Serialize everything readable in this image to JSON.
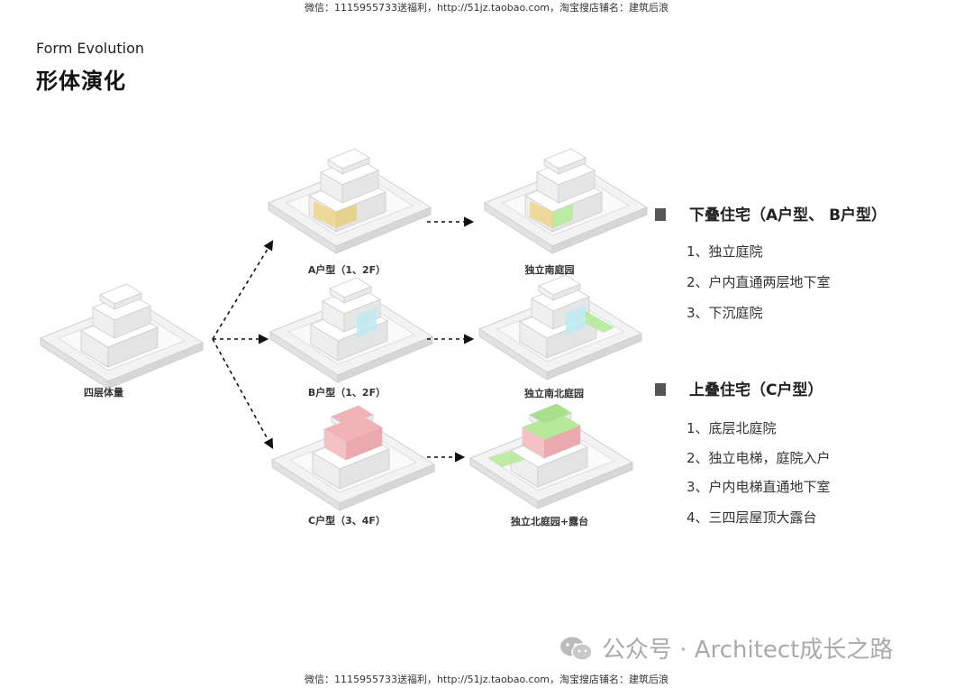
{
  "watermark_top": "微信：1115955733送福利，http://51jz.taobao.com，淘宝搜店铺名：建筑后浪",
  "watermark_bottom": "微信：1115955733送福利，http://51jz.taobao.com，淘宝搜店铺名：建筑后浪",
  "title_en": "Form Evolution",
  "title_cn": "形体演化",
  "diagram": {
    "origin_label": "四层体量",
    "rows": [
      {
        "type_label": "A户型（1、2F）",
        "result_label": "独立南庭园"
      },
      {
        "type_label": "B户型（1、2F）",
        "result_label": "独立南北庭园"
      },
      {
        "type_label": "C户型（3、4F）",
        "result_label": "独立北庭园+露台"
      }
    ]
  },
  "sections": [
    {
      "heading": "下叠住宅（A户型、 B户型）",
      "items": [
        "1、独立庭院",
        "2、户内直通两层地下室",
        "3、下沉庭院"
      ]
    },
    {
      "heading": "上叠住宅（C户型）",
      "items": [
        "1、底层北庭院",
        "2、独立电梯，庭院入户",
        "3、户内电梯直通地下室",
        "4、三四层屋顶大露台"
      ]
    }
  ],
  "footer_watermark": "公众号 · Architect成长之路",
  "colors": {
    "yellow": "#ecd58a",
    "cyan": "#bfeaf0",
    "pink": "#f0b4b8",
    "green": "#b6ea9a",
    "marker": "#555555"
  }
}
